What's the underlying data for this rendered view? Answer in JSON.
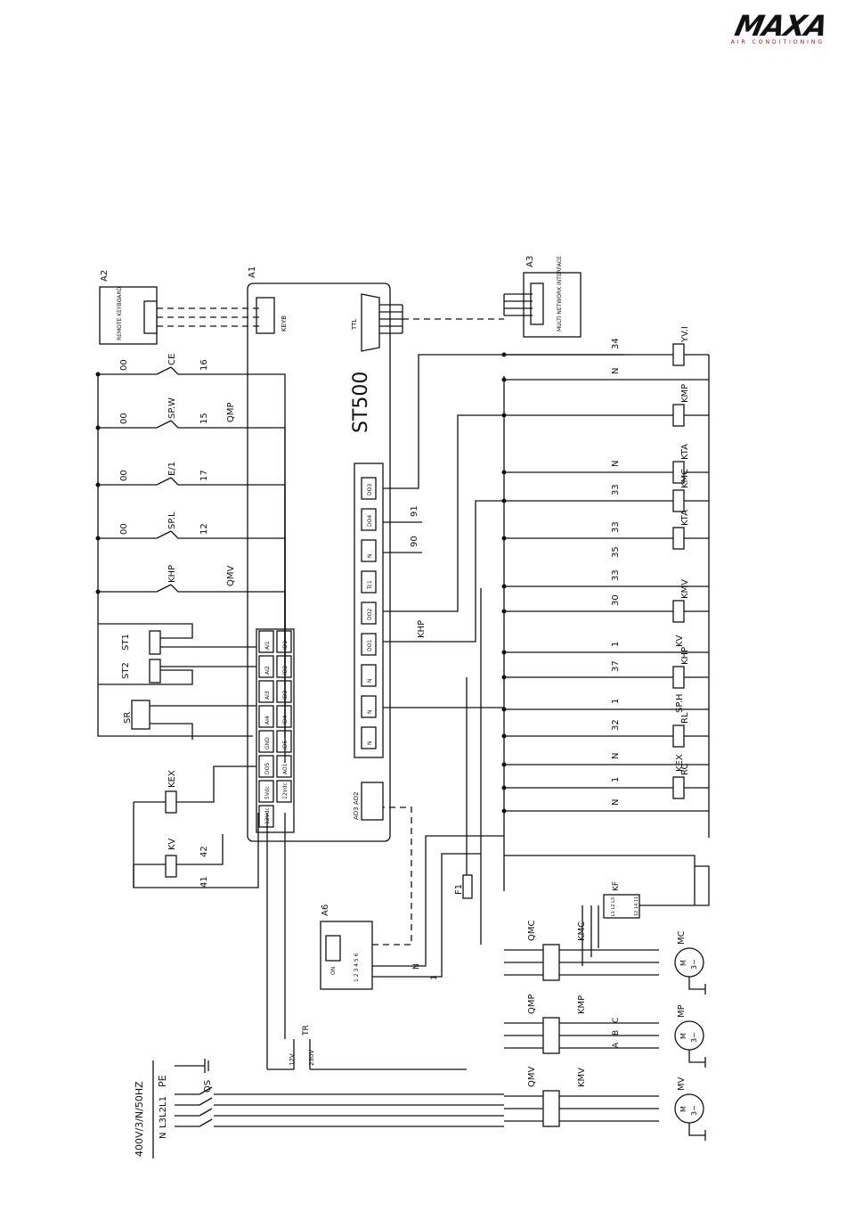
{
  "logo": {
    "brand": "MAXA",
    "tagline": "AIR CONDITIONING"
  },
  "supply": {
    "voltage": "400V/3/N/50HZ",
    "phases": [
      "N",
      "L3",
      "L2",
      "L1"
    ],
    "pe": "PE",
    "switch": "QS"
  },
  "modules": {
    "a1": {
      "ref": "A1",
      "model": "ST500",
      "keyb": "KEYB",
      "ttl": "TTL"
    },
    "a2": {
      "ref": "A2",
      "label": "REMOTE KEYBOARD"
    },
    "a3": {
      "ref": "A3",
      "label": "MULTI NETWORK INTERFACE"
    },
    "a6": {
      "ref": "A6",
      "switch_on": "ON",
      "pins": "1 2 3 4 5 6"
    }
  },
  "terminals": {
    "analog_block": [
      "AI1",
      "AI2",
      "AI3",
      "AI4",
      "GND",
      "DO5",
      "5Vdc",
      "12Vdc"
    ],
    "digital_block": [
      "ID1",
      "ID2",
      "ID3",
      "ID4",
      "ID5",
      "AO1",
      "12Vdc"
    ],
    "output_block": [
      "DO3",
      "DO4",
      "N",
      "Tc1",
      "DO2",
      "DO1",
      "N",
      "N",
      "N"
    ],
    "ao_label": "AO3 AO2"
  },
  "inputs": [
    {
      "wire": "00",
      "component": "CE",
      "terminal": "16"
    },
    {
      "wire": "00",
      "component": "SP.W",
      "terminal": "15",
      "aux": "QMP"
    },
    {
      "wire": "00",
      "component": "E/1",
      "terminal": "17"
    },
    {
      "wire": "00",
      "component": "SP.L",
      "terminal": "12"
    },
    {
      "wire": "",
      "component": "KHP",
      "terminal": "",
      "aux": "QMV"
    }
  ],
  "sensors": [
    "ST1",
    "ST2",
    "SR"
  ],
  "left_coils": [
    {
      "name": "KEX"
    },
    {
      "name": "KV",
      "terminals": [
        "41",
        "42"
      ]
    }
  ],
  "outputs": [
    {
      "wire": "34",
      "device": "YV.I"
    },
    {
      "wire": "N",
      "device": ""
    },
    {
      "wire": "",
      "device": "KMP"
    },
    {
      "wire": "N",
      "device": "KTA"
    },
    {
      "wire": "33",
      "device": "KMC"
    },
    {
      "wire": "33",
      "wire2": "35",
      "device": "KTA"
    },
    {
      "wire": "33",
      "device": ""
    },
    {
      "wire": "30",
      "device": "KMV",
      "contact": "KV"
    },
    {
      "wire": "1",
      "device": ""
    },
    {
      "wire": "37",
      "device": "KHP",
      "contact": "SP.H"
    },
    {
      "wire": "1",
      "device": ""
    },
    {
      "wire": "32",
      "device": "RL",
      "contact": "KEX"
    },
    {
      "wire": "N",
      "device": ""
    },
    {
      "wire": "1",
      "device": "RC"
    },
    {
      "wire": "N",
      "device": ""
    }
  ],
  "misc_labels": {
    "khp": "KHP",
    "do4_terms": [
      "91",
      "90"
    ],
    "fuse": "F1",
    "transformer": "TR",
    "tr_sec": "12V",
    "tr_pri": "230V",
    "kf": "KF",
    "kf_pins": "L1 L2 L3",
    "kf_pins2": "12 14 11",
    "n_label": "N",
    "one_label": "1"
  },
  "motors": [
    {
      "breaker": "QMC",
      "contactor": "KMC",
      "motor": "MC",
      "symbol": "3~",
      "m": "M"
    },
    {
      "breaker": "QMP",
      "contactor": "KMP",
      "motor": "MP",
      "symbol": "3~",
      "m": "M",
      "phases": [
        "C",
        "B",
        "A"
      ]
    },
    {
      "breaker": "QMV",
      "contactor": "KMV",
      "motor": "MV",
      "symbol": "3~",
      "m": "M"
    }
  ]
}
